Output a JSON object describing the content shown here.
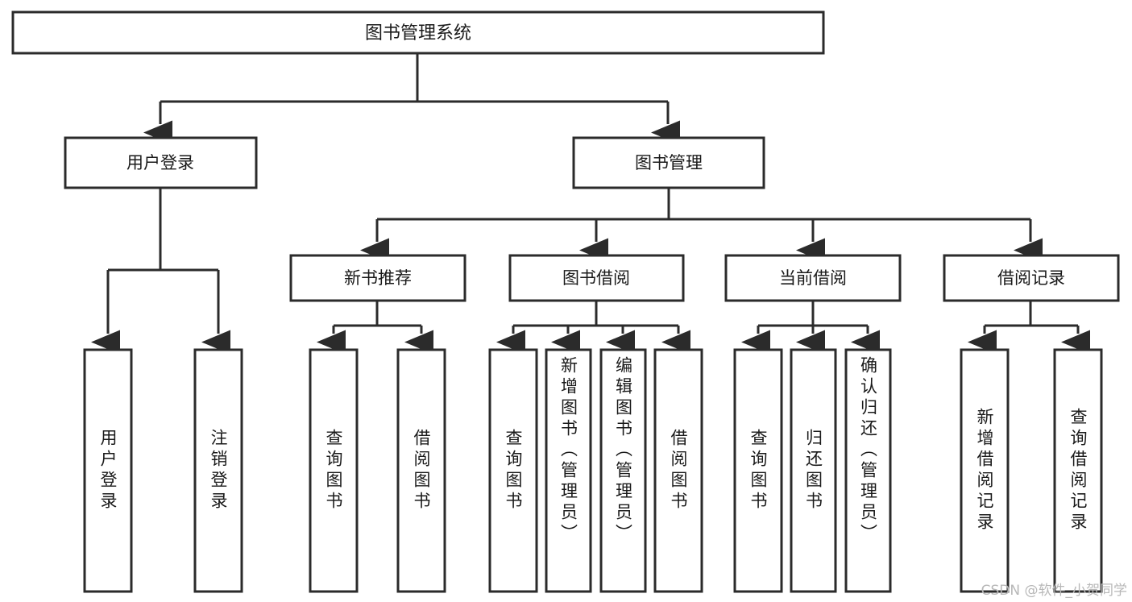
{
  "diagram": {
    "type": "tree",
    "title": "图书管理系统",
    "watermark": "CSDN @软件_小贺同学",
    "root": {
      "id": "root",
      "label": "图书管理系统",
      "orientation": "horizontal"
    },
    "level2": [
      {
        "id": "user-login",
        "label": "用户登录",
        "orientation": "horizontal"
      },
      {
        "id": "book-manage",
        "label": "图书管理",
        "orientation": "horizontal"
      }
    ],
    "level3": [
      {
        "id": "new-book-rec",
        "label": "新书推荐",
        "orientation": "horizontal",
        "parent": "book-manage"
      },
      {
        "id": "book-borrow",
        "label": "图书借阅",
        "orientation": "horizontal",
        "parent": "book-manage"
      },
      {
        "id": "current-borrow",
        "label": "当前借阅",
        "orientation": "horizontal",
        "parent": "book-manage"
      },
      {
        "id": "borrow-record",
        "label": "借阅记录",
        "orientation": "horizontal",
        "parent": "book-manage"
      }
    ],
    "leaves": [
      {
        "id": "leaf-user-login",
        "label": "用户登录",
        "orientation": "vertical",
        "parent": "user-login"
      },
      {
        "id": "leaf-logout",
        "label": "注销登录",
        "orientation": "vertical",
        "parent": "user-login"
      },
      {
        "id": "leaf-query-book-1",
        "label": "查询图书",
        "orientation": "vertical",
        "parent": "new-book-rec"
      },
      {
        "id": "leaf-borrow-book-1",
        "label": "借阅图书",
        "orientation": "vertical",
        "parent": "new-book-rec"
      },
      {
        "id": "leaf-query-book-2",
        "label": "查询图书",
        "orientation": "vertical",
        "parent": "book-borrow"
      },
      {
        "id": "leaf-add-book",
        "label": "新增图书（管理员）",
        "orientation": "vertical",
        "parent": "book-borrow"
      },
      {
        "id": "leaf-edit-book",
        "label": "编辑图书（管理员）",
        "orientation": "vertical",
        "parent": "book-borrow"
      },
      {
        "id": "leaf-borrow-book-2",
        "label": "借阅图书",
        "orientation": "vertical",
        "parent": "book-borrow"
      },
      {
        "id": "leaf-query-book-3",
        "label": "查询图书",
        "orientation": "vertical",
        "parent": "current-borrow"
      },
      {
        "id": "leaf-return-book",
        "label": "归还图书",
        "orientation": "vertical",
        "parent": "current-borrow"
      },
      {
        "id": "leaf-confirm-return",
        "label": "确认归还（管理员）",
        "orientation": "vertical",
        "parent": "current-borrow"
      },
      {
        "id": "leaf-add-record",
        "label": "新增借阅记录",
        "orientation": "vertical",
        "parent": "borrow-record"
      },
      {
        "id": "leaf-query-record",
        "label": "查询借阅记录",
        "orientation": "vertical",
        "parent": "borrow-record"
      }
    ],
    "colors": {
      "stroke": "#2b2b2b",
      "fill": "#ffffff",
      "text": "#1a1a1a",
      "watermark": "#b8b8b8"
    }
  }
}
